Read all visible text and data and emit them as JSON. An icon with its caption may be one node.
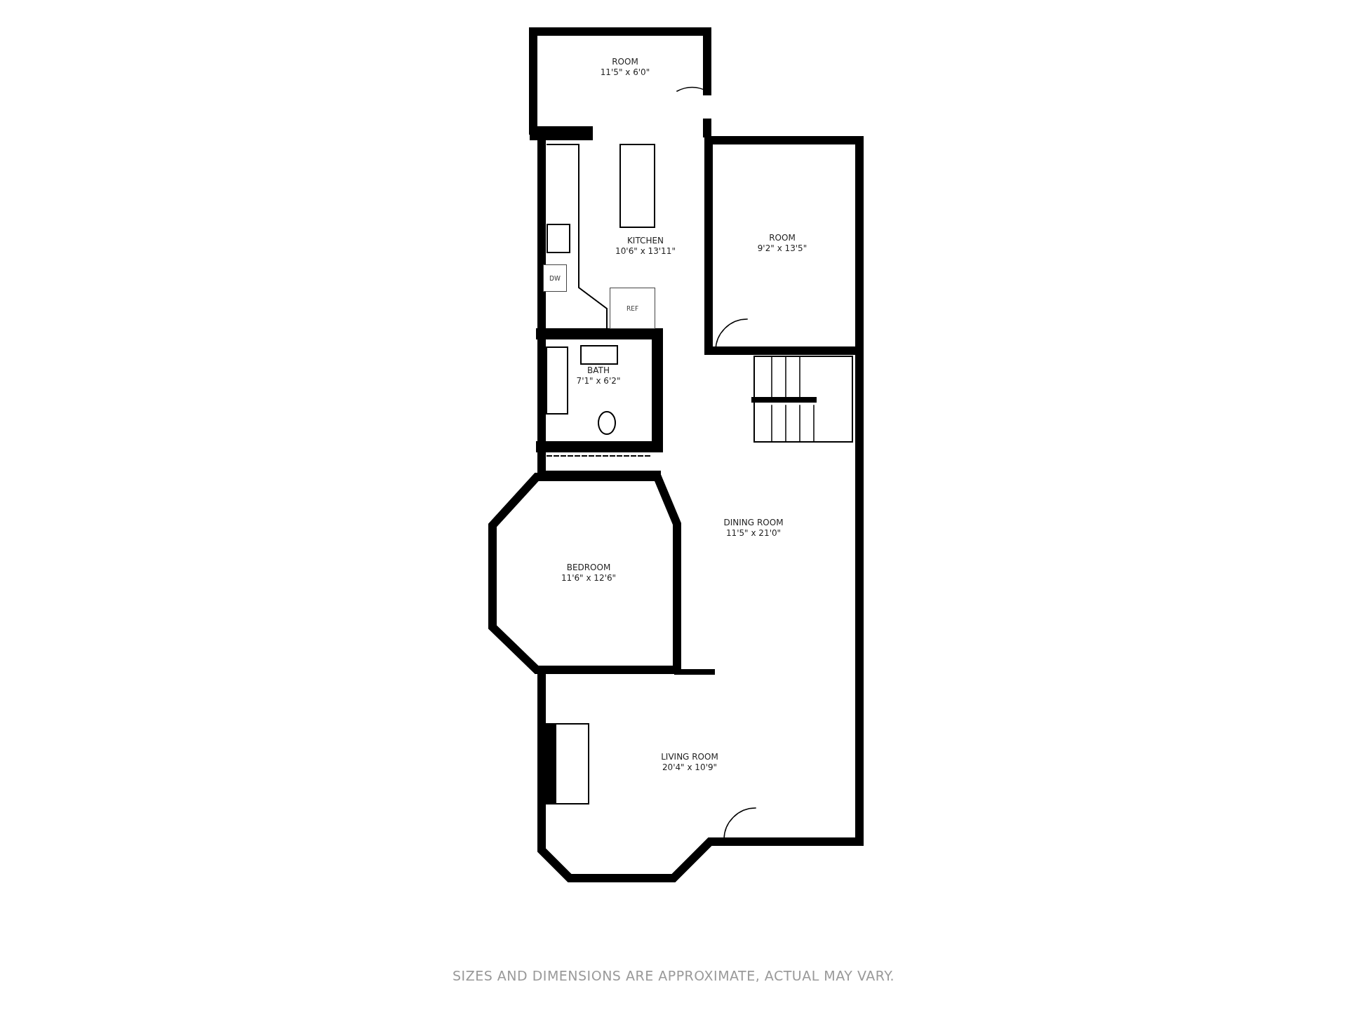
{
  "diagram": {
    "caption": "SIZES AND DIMENSIONS ARE APPROXIMATE, ACTUAL MAY VARY.",
    "nodes": [
      {
        "text": [
          "ROOM",
          "11'5\" x 6'0\""
        ]
      },
      {
        "text": [
          "KITCHEN",
          "10'6\" x 13'11\""
        ]
      },
      {
        "text": [
          "DW"
        ]
      },
      {
        "text": [
          "REF"
        ]
      },
      {
        "text": [
          "ROOM",
          "9'2\" x 13'5\""
        ]
      },
      {
        "text": [
          "BATH",
          "7'1\" x 6'2\""
        ]
      },
      {
        "text": [
          "DINING ROOM",
          "11'5\" x 21'0\""
        ]
      },
      {
        "text": [
          "BEDROOM",
          "11'6\" x 12'6\""
        ]
      },
      {
        "text": [
          "LIVING ROOM",
          "20'4\" x 10'9\""
        ]
      }
    ],
    "edges": []
  }
}
